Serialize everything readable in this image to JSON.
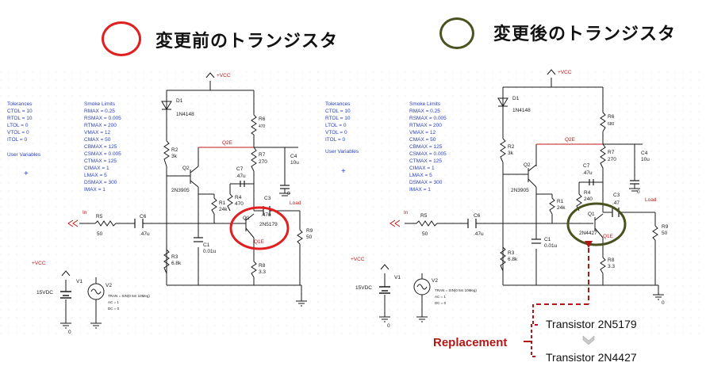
{
  "legend": {
    "before_label": "変更前のトランジスタ",
    "after_label": "変更後のトランジスタ",
    "before_color": "#e02020",
    "after_color": "#4a5220"
  },
  "left": {
    "tolerances": [
      "Tolerances",
      "CTOL = 10",
      "RTOL = 10",
      "LTOL = 0",
      "VTOL = 0",
      "ITOL = 0",
      "",
      "User Variables"
    ],
    "smoke": [
      "Smoke Limits",
      "RMAX = 0.25",
      "RSMAX = 0.005",
      "RTMAX = 200",
      "VMAX = 12",
      "CMAX = 50",
      "CBMAX = 125",
      "CSMAX = 0.005",
      "CTMAX = 125",
      "CIMAX = 1",
      "LMAX = 5",
      "DSMAX = 300",
      "IMAX = 1"
    ],
    "vcc": "+VCC",
    "d1": "D1",
    "d1_val": "1N4148",
    "r6": "R6",
    "r6_val": "470",
    "q2e": "Q2E",
    "r2": "R2",
    "r2_val": "3k",
    "r7": "R7",
    "r7_val": "270",
    "c4": "C4",
    "c4_val": "10u",
    "q2": "Q2",
    "c7": "C7",
    "c7_val": ".47u",
    "q2_part": "2N3905",
    "r4": "R4",
    "r4_val": "470",
    "r1": "R1",
    "r1_val": "24k",
    "c3": "C3",
    "c3_val": ".47u",
    "load": "Load",
    "zero": "0",
    "in": "In",
    "r5": "R5",
    "r5_val": "50",
    "c6": "C6",
    "c6_val": ".47u",
    "q1": "Q1",
    "q1_part": "2N5179",
    "q1e": "Q1E",
    "r9": "R9",
    "r9_val": "50",
    "c1": "C1",
    "c1_val": "0.01u",
    "r3": "R3",
    "r3_val": "6.8k",
    "r8": "R8",
    "r8_val": "3.3",
    "vcc2": "+VCC",
    "v1": "V1",
    "v1_val": "15VDC",
    "v2": "V2",
    "v2_params": [
      "TRAN = SIN(0 5m 10Meg)",
      "AC = 1",
      "DC = 0"
    ]
  },
  "right": {
    "tolerances": [
      "Tolerances",
      "CTOL = 10",
      "RTOL = 10",
      "LTOL = 0",
      "VTOL = 0",
      "ITOL = 0",
      "",
      "User Variables"
    ],
    "smoke": [
      "Smoke Limits",
      "RMAX = 0.25",
      "RSMAX = 0.005",
      "RTMAX = 200",
      "VMAX = 12",
      "CMAX = 50",
      "CBMAX = 125",
      "CSMAX = 0.005",
      "CTMAX = 125",
      "CIMAX = 1",
      "LMAX = 5",
      "DSMAX = 300",
      "IMAX = 1"
    ],
    "vcc": "+VCC",
    "d1": "D1",
    "d1_val": "1N4148",
    "r6": "R6",
    "r6_val": "680",
    "q2e": "Q2E",
    "r2": "R2",
    "r2_val": "3k",
    "r7": "R7",
    "r7_val": "270",
    "c4": "C4",
    "c4_val": "10u",
    "q2": "Q2",
    "c7": "C7",
    "c7_val": ".47u",
    "q2_part": "2N3905",
    "r4": "R4",
    "r4_val": "240",
    "r1": "R1",
    "r1_val": "24k",
    "c3": "C3",
    "c3_val": ".47",
    "load": "Load",
    "zero": "0",
    "in": "In",
    "r5": "R5",
    "r5_val": "50",
    "c6": "C6",
    "c6_val": ".47u",
    "q1": "Q1",
    "q1_part": "2N4427",
    "q1e": "Q1E",
    "r9": "R9",
    "r9_val": "50",
    "c1": "C1",
    "c1_val": "0.01u",
    "r3": "R3",
    "r3_val": "6.8k",
    "r8": "R8",
    "r8_val": "3.3",
    "vcc2": "+VCC",
    "v1": "V1",
    "v1_val": "15VDC",
    "v2": "V2",
    "v2_params": [
      "TRAN = SIN(0 5m 10Meg)",
      "AC = 1",
      "DC = 0"
    ]
  },
  "replacement": {
    "label": "Replacement",
    "from": "Transistor 2N5179",
    "to": "Transistor 2N4427",
    "color": "#b01818"
  }
}
